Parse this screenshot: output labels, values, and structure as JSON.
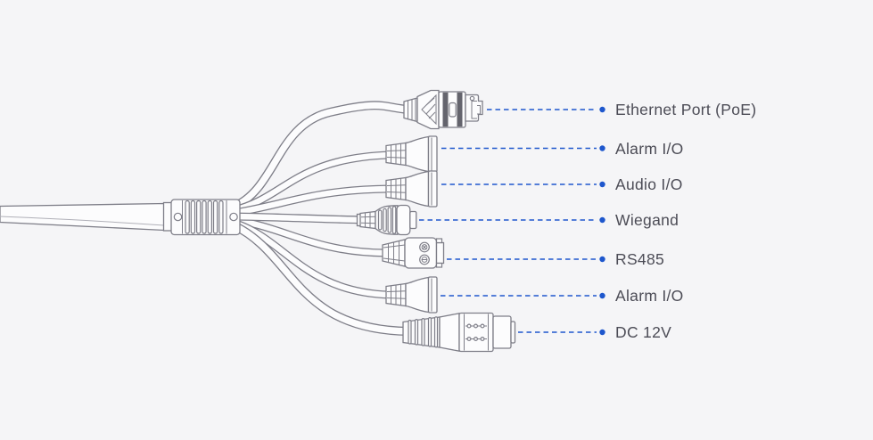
{
  "figure": {
    "type": "cable-harness-diagram",
    "labels": [
      {
        "text": "Ethernet Port (PoE)"
      },
      {
        "text": "Alarm I/O"
      },
      {
        "text": "Audio I/O"
      },
      {
        "text": "Wiegand"
      },
      {
        "text": "RS485"
      },
      {
        "text": "Alarm I/O"
      },
      {
        "text": "DC 12V"
      }
    ]
  },
  "colors": {
    "background": "#f5f5f7",
    "line_art_gray": "#7e7e88",
    "connector_fill": "#fcfcfd",
    "dark_band_gray": "#64646d",
    "leader_blue": "#1e57cd",
    "label_text": "#4c4c56"
  }
}
